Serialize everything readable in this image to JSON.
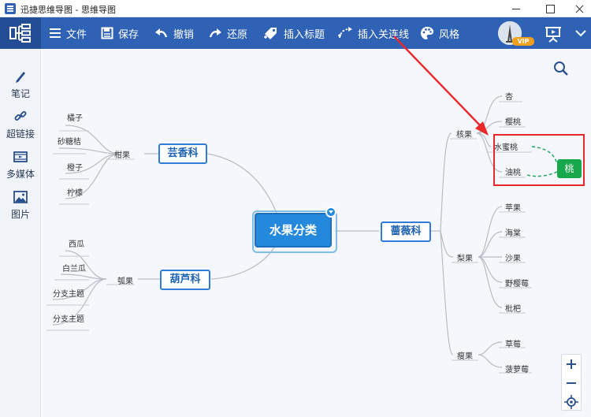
{
  "window": {
    "title": "迅捷思维导图 - 思维导图"
  },
  "toolbar": {
    "file": "文件",
    "save": "保存",
    "undo": "撤销",
    "redo": "还原",
    "insert_tag": "插入标题",
    "insert_relation": "插入关连线",
    "style": "风格",
    "vip": "VIP"
  },
  "sidebar": {
    "note": "笔记",
    "hyperlink": "超链接",
    "multimedia": "多媒体",
    "image": "图片"
  },
  "mindmap": {
    "root": "水果分类",
    "branches": {
      "rutaceae": {
        "label": "芸香科",
        "group": "柑果",
        "items": [
          "橘子",
          "砂糖桔",
          "橙子",
          "柠檬"
        ]
      },
      "cucurbitaceae": {
        "label": "葫芦科",
        "group": "瓠果",
        "items": [
          "西瓜",
          "白兰瓜",
          "分支主题",
          "分支主题"
        ]
      },
      "rosaceae": {
        "label": "蔷薇科",
        "groups": [
          {
            "label": "核果",
            "items": [
              "杏",
              "樱桃",
              "水蜜桃",
              "油桃"
            ]
          },
          {
            "label": "梨果",
            "items": [
              "苹果",
              "海棠",
              "沙果",
              "野樱莓",
              "枇杷"
            ]
          },
          {
            "label": "瘦果",
            "items": [
              "草莓",
              "菠萝莓"
            ]
          }
        ]
      }
    },
    "floating_node": "桃"
  },
  "colors": {
    "toolbar": "#2f62b4",
    "root_fill": "#2488dc",
    "branch_border": "#2f7dd6",
    "float_node": "#16a84a",
    "highlight": "#e8282b",
    "canvas": "#f5f7fc"
  },
  "icons": {
    "search": "search-icon",
    "zoom_in": "plus-icon",
    "zoom_out": "minus-icon",
    "locate": "crosshair-icon"
  }
}
